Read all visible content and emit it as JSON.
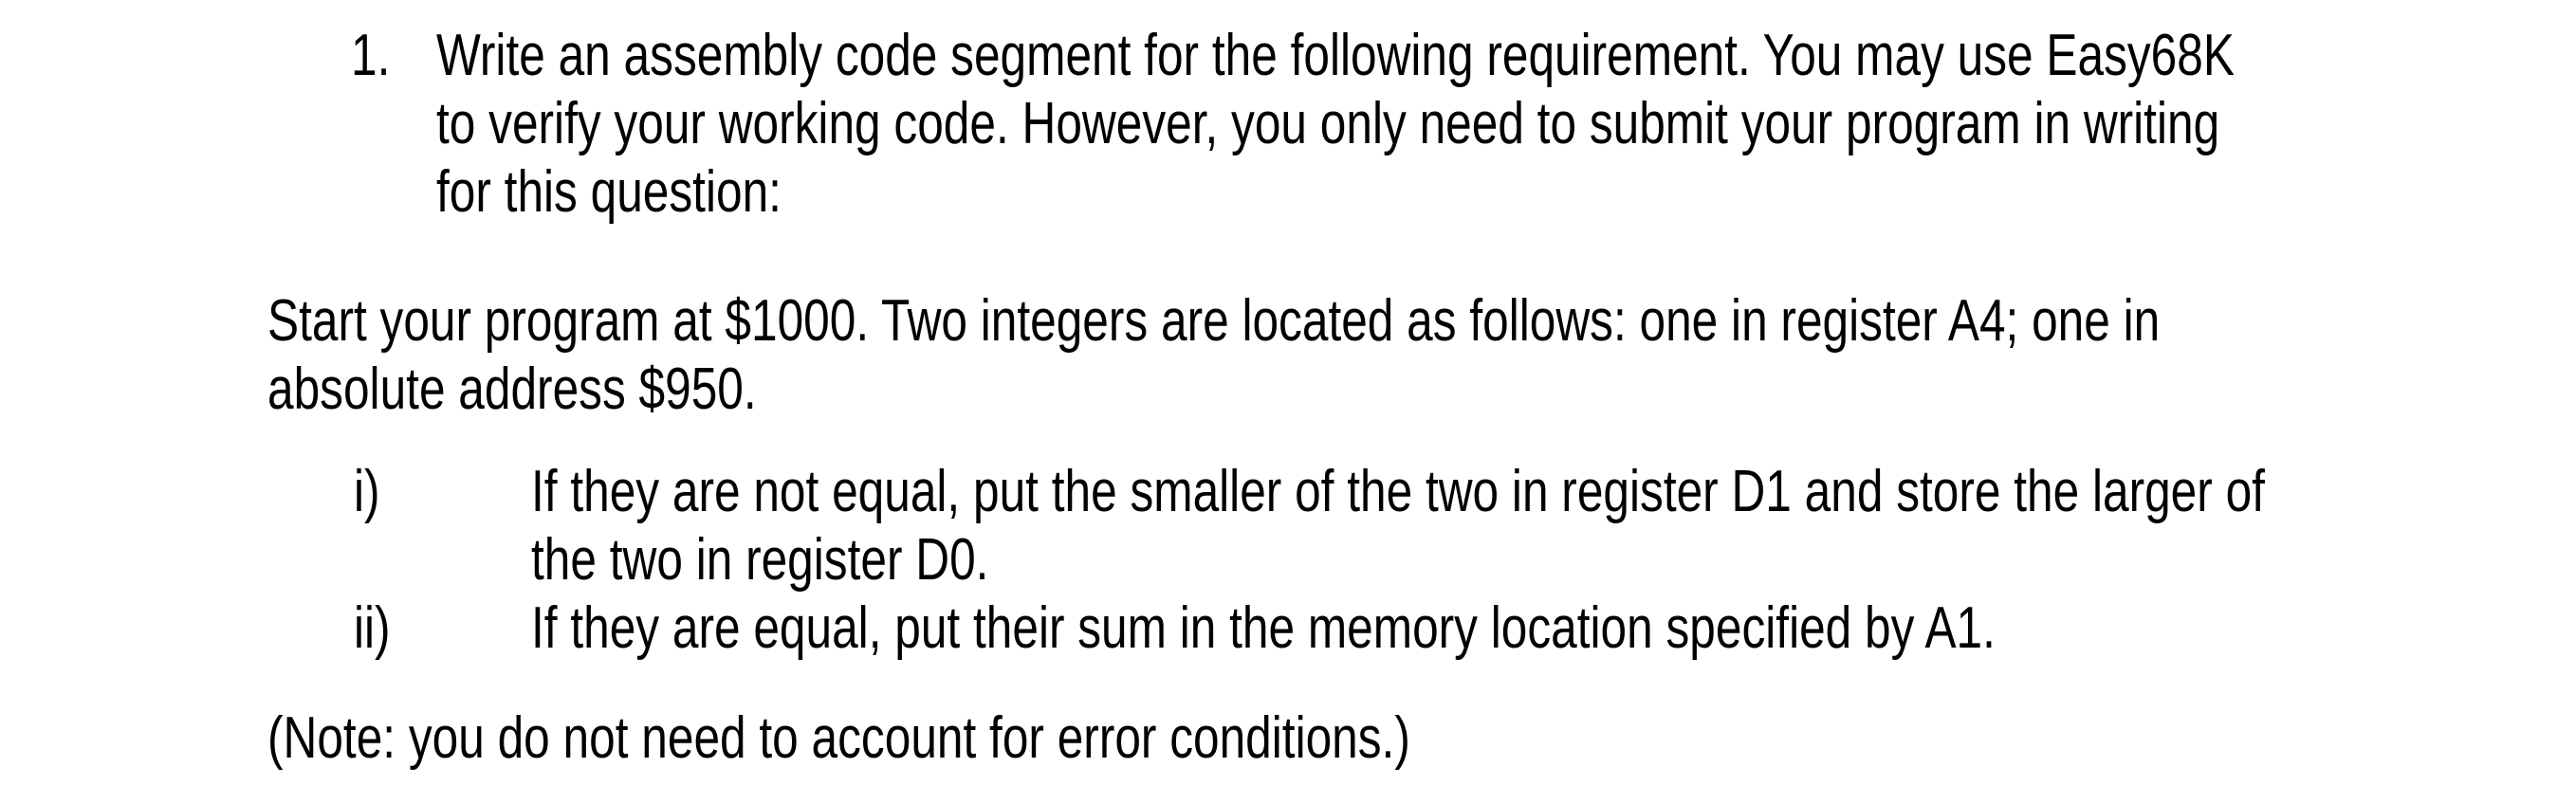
{
  "page": {
    "background_color": "#ffffff",
    "text_color": "#000000"
  },
  "question": {
    "number": "1.",
    "lines": [
      "Write an assembly code segment for the following requirement. You may use Easy68K",
      "to verify your working code. However, you only need to submit your program in writing",
      "for this question:"
    ]
  },
  "intro": {
    "lines": [
      "Start your program at $1000. Two integers are located as follows: one in register A4; one in",
      "absolute address $950."
    ]
  },
  "subquestions": [
    {
      "marker": "i)",
      "lines": [
        "If they are not equal, put the smaller of the two in register D1 and store the larger of",
        "the two in register D0."
      ]
    },
    {
      "marker": "ii)",
      "lines": [
        "If they are equal, put their sum in the memory location specified by A1."
      ]
    }
  ],
  "note": {
    "text": "(Note: you do not need to account for error conditions.)"
  }
}
